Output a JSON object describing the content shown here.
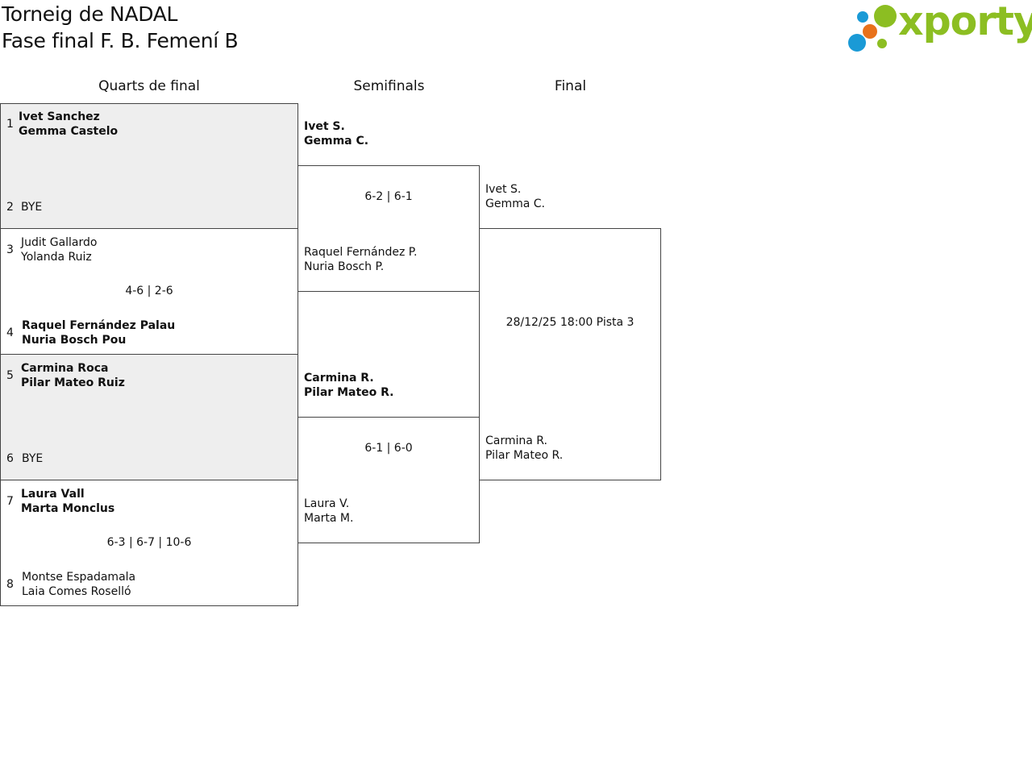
{
  "header": {
    "title": "Torneig de NADAL",
    "subtitle": "Fase final F. B. Femení B",
    "logo_text": "xporty",
    "logo_colors": {
      "green": "#8cbe22",
      "blue": "#1a9ad6",
      "orange": "#e8711a"
    }
  },
  "rounds": {
    "qf": "Quarts de final",
    "sf": "Semifinals",
    "final": "Final"
  },
  "quarterfinals": [
    {
      "seed_a": "1",
      "a1": "Ivet Sanchez",
      "a2": "Gemma Castelo",
      "seed_b": "2",
      "b1": "BYE",
      "b2": "",
      "score": ""
    },
    {
      "seed_a": "3",
      "a1": "Judit Gallardo",
      "a2": "Yolanda Ruiz",
      "seed_b": "4",
      "b1": "Raquel Fernández Palau",
      "b2": "Nuria Bosch Pou",
      "score": "4-6 | 2-6"
    },
    {
      "seed_a": "5",
      "a1": "Carmina Roca",
      "a2": "Pilar Mateo Ruiz",
      "seed_b": "6",
      "b1": "BYE",
      "b2": "",
      "score": ""
    },
    {
      "seed_a": "7",
      "a1": "Laura Vall",
      "a2": "Marta Monclus",
      "seed_b": "8",
      "b1": "Montse Espadamala",
      "b2": "Laia Comes Roselló",
      "score": "6-3 | 6-7 | 10-6"
    }
  ],
  "semifinals": [
    {
      "a1": "Ivet S.",
      "a2": "Gemma C.",
      "b1": "Raquel Fernández P.",
      "b2": "Nuria Bosch P.",
      "score": "6-2 | 6-1"
    },
    {
      "a1": "Carmina R.",
      "a2": "Pilar Mateo R.",
      "b1": "Laura V.",
      "b2": "Marta M.",
      "score": "6-1 | 6-0"
    }
  ],
  "final": {
    "a1": "Ivet S.",
    "a2": "Gemma C.",
    "b1": "Carmina R.",
    "b2": "Pilar Mateo R.",
    "schedule": "28/12/25 18:00 Pista 3"
  }
}
